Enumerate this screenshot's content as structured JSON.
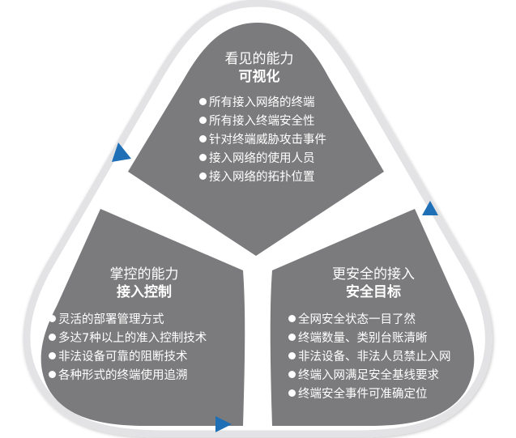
{
  "colors": {
    "panel_fill": "#7b7b7d",
    "ring": "#e3e3e5",
    "arrow": "#1f6fb7",
    "text": "#ffffff"
  },
  "panels": [
    {
      "title": "看见的能力",
      "subtitle": "可视化",
      "items": [
        "所有接入网络的终端",
        "所有接入终端安全性",
        "针对终端威胁攻击事件",
        "接入网络的使用人员",
        "接入网络的拓扑位置"
      ]
    },
    {
      "title": "掌控的能力",
      "subtitle": "接入控制",
      "items": [
        "灵活的部署管理方式",
        "多达7种以上的准入控制技术",
        "非法设备可靠的阻断技术",
        "各种形式的终端使用追溯"
      ]
    },
    {
      "title": "更安全的接入",
      "subtitle": "安全目标",
      "items": [
        "全网安全状态一目了然",
        "终端数量、类别台账清晰",
        "非法设备、非法人员禁止入网",
        "终端入网满足安全基线要求",
        "终端安全事件可准确定位"
      ]
    }
  ],
  "arrows": [
    {
      "icon": "arrow-down-left-icon"
    },
    {
      "icon": "arrow-right-icon"
    },
    {
      "icon": "arrow-up-icon"
    }
  ]
}
